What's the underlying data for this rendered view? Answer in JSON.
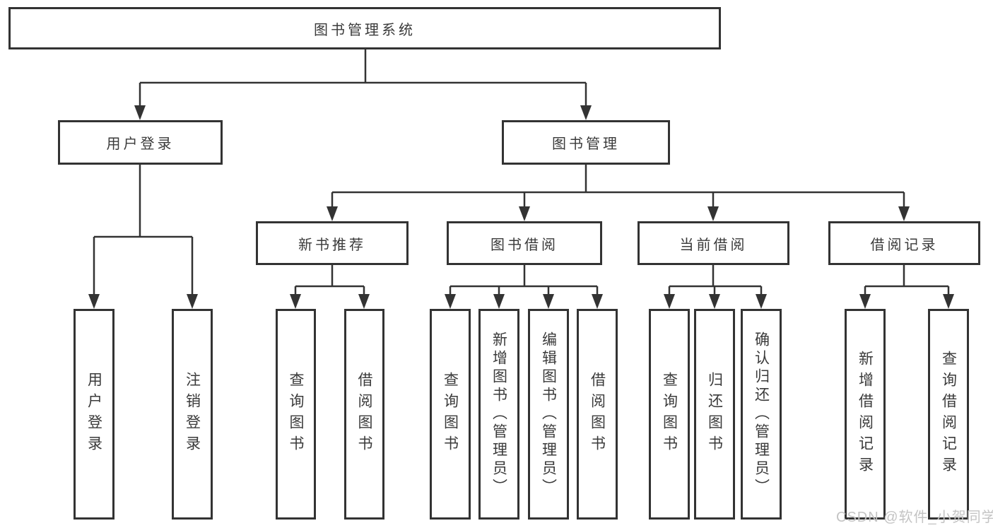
{
  "nodes": {
    "root": "图书管理系统",
    "user_login": "用户登录",
    "book_mgmt": "图书管理",
    "new_book_rec": "新书推荐",
    "book_borrow": "图书借阅",
    "current_borrow": "当前借阅",
    "borrow_record": "借阅记录",
    "leaf_user_login": "用户登录",
    "leaf_logout": "注销登录",
    "leaf_query_books_1": "查询图书",
    "leaf_borrow_books_1": "借阅图书",
    "leaf_query_books_2": "查询图书",
    "leaf_add_books": "新增图书（管理员）",
    "leaf_edit_books": "编辑图书（管理员）",
    "leaf_borrow_books_2": "借阅图书",
    "leaf_query_books_3": "查询图书",
    "leaf_return_books": "归还图书",
    "leaf_confirm_return": "确认归还（管理员）",
    "leaf_add_borrow_record": "新增借阅记录",
    "leaf_query_borrow_record": "查询借阅记录"
  },
  "watermark": {
    "text": "CSDN @软件_小贺同学"
  },
  "colors": {
    "line": "#333333",
    "text": "#3a3a3a",
    "background": "#ffffff",
    "watermark": "#c4c4c4"
  }
}
